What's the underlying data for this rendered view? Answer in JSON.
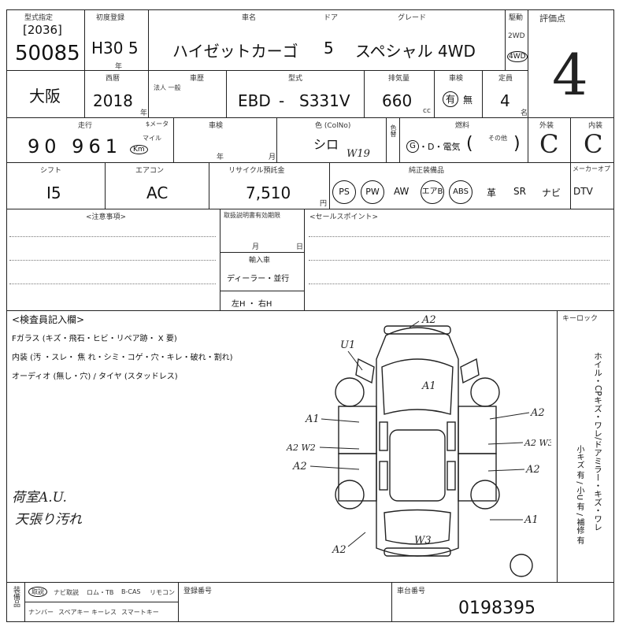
{
  "header": {
    "reg_label": "型式指定",
    "lot_bracket": "[2036]",
    "lot_no": "50085",
    "first_reg_label": "初度登録",
    "first_reg": "H30 5",
    "year_suffix": "年",
    "model_label": "車名",
    "door_label": "ドア",
    "grade_label": "グレード",
    "car_name": "ハイゼットカーゴ",
    "doors": "5",
    "grade": "スペシャル 4WD",
    "drive_label": "駆動",
    "drive_2wd": "2WD",
    "drive_4wd": "4WD",
    "score_label": "評価点",
    "score": "4"
  },
  "row2": {
    "area": "大阪",
    "year_label": "西暦",
    "year": "2018",
    "year_unit": "年",
    "history_label": "車歴",
    "history_sub": "法人 一般",
    "model_code_label": "型式",
    "model_prefix": "EBD",
    "model_dash": "-",
    "model_code": "S331V",
    "cc_label": "排気量",
    "cc": "660",
    "cc_unit": "cc",
    "inspect_label": "車検",
    "inspect_yes": "有",
    "inspect_none": "無",
    "seats_label": "定員",
    "seats": "4",
    "seats_unit": "名"
  },
  "row3": {
    "mileage_label": "走行",
    "mileage_sub": "$メータ",
    "mileage": "90 961",
    "mileage_unit_mile": "マイル",
    "mileage_unit_km": "Km",
    "inspection_label": "車検",
    "year_unit": "年",
    "month_unit": "月",
    "color_label": "色 (ColNo)",
    "color": "シロ",
    "color_code": "W19",
    "color_change_label": "色替",
    "fuel_label": "燃料",
    "fuel_g": "G",
    "fuel_options": "・D・電気",
    "fuel_other": "その他",
    "ext_label": "外装",
    "ext": "C",
    "int_label": "内装",
    "int": "C"
  },
  "row4": {
    "shift_label": "シフト",
    "shift": "I5",
    "ac_label": "エアコン",
    "ac": "AC",
    "recycle_label": "リサイクル預託金",
    "recycle": "7,510",
    "equip_label": "純正装備品",
    "equip_circled": [
      "PS",
      "PW",
      "エアB",
      "ABS"
    ],
    "equip_plain": [
      "AW",
      "革",
      "SR",
      "ナビ",
      "DTV"
    ],
    "equip_yen": "円",
    "vendor_label": "メーカーオプ"
  },
  "notes": {
    "caution_label": "<注意事項>",
    "expiry_label": "取扱説明書有効期限",
    "month": "月",
    "day": "日",
    "import_label": "輸入車",
    "import_value": "ディーラー・並行",
    "handle": "左H ・ 右H",
    "sales_label": "<セールスポイント>"
  },
  "inspector": {
    "title": "<検査員記入欄>",
    "glass": "Fガラス (キズ・飛石・ヒビ・リペア跡・ X 要)",
    "interior": "内装 (汚 ・スレ・ 焦 れ・シミ・コゲ・穴・キレ・破れ・割れ)",
    "audio": "オーディオ (無し・穴) / タイヤ (スタッドレス)",
    "note1": "荷室A.U.",
    "note2": "天張り汚れ",
    "key_label": "キーロック"
  },
  "diagram": {
    "marks": [
      "U1",
      "A2",
      "A1",
      "A1",
      "A2",
      "A2 W2",
      "A2 W3",
      "A2",
      "A2",
      "A1",
      "W3",
      "A2"
    ]
  },
  "side_notes": {
    "line1": "ホイル・CPキズ・ワレ/ドアミラー・キズ・ワレ",
    "line2": "小キズ 有 / 小U 有 / 補修 有"
  },
  "footer": {
    "label_left": "装備品",
    "items_top": [
      "取説",
      "ナビ取説",
      "ロム・TB",
      "B-CAS",
      "リモコン"
    ],
    "items_bottom": [
      "ナンバー",
      "スペアキー",
      "キーレス",
      "スマートキー"
    ],
    "circled_item": "取説",
    "mid_label": "登録番号",
    "serial_label": "車台番号",
    "serial": "0198395"
  }
}
